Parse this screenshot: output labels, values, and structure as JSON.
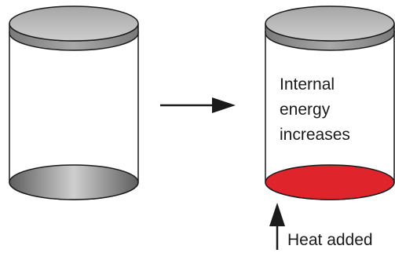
{
  "right_cylinder": {
    "label_lines": [
      "Internal",
      "energy",
      "increases"
    ]
  },
  "heat": {
    "label": "Heat added"
  },
  "colors": {
    "background": "#ffffff",
    "outline": "#1a1a1a",
    "lid_top": "#b9b9b9",
    "lid_band": "#8a8a8a",
    "base_dark": "#6f6f6f",
    "base_light": "#cfcfcf",
    "heated_base": "#e0242b",
    "arrow": "#1a1a1a"
  },
  "icons": {
    "process_arrow": "right-arrow-icon",
    "heat_arrow": "up-arrow-icon"
  }
}
